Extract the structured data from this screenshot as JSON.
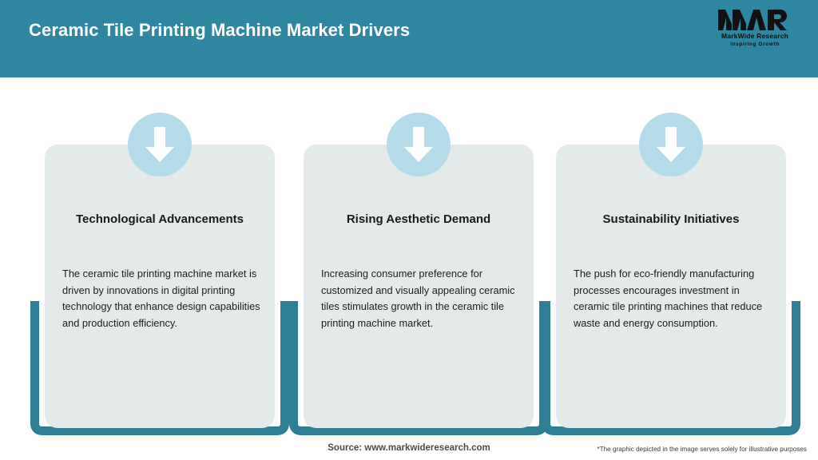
{
  "header": {
    "title": "Ceramic Tile Printing Machine Market Drivers",
    "background_color": "#2e86a0",
    "title_color": "#ffffff"
  },
  "logo": {
    "mark": "MWR",
    "name": "MarkWide Research",
    "tagline": "Inspiring Growth"
  },
  "theme": {
    "teal": "#2e7f96",
    "card_background": "#e4e9ea",
    "icon_circle": "#b5dcea",
    "arrow_color": "#ffffff",
    "page_background": "#ffffff"
  },
  "cards": [
    {
      "icon": "arrow-down-icon",
      "title": "Technological Advancements",
      "body": "The ceramic tile printing machine market is driven by innovations in digital printing technology that enhance design capabilities and production efficiency."
    },
    {
      "icon": "arrow-down-icon",
      "title": "Rising Aesthetic Demand",
      "body": "Increasing consumer preference for customized and visually appealing ceramic tiles stimulates growth in the ceramic tile printing machine market."
    },
    {
      "icon": "arrow-down-icon",
      "title": "Sustainability Initiatives",
      "body": "The push for eco-friendly manufacturing processes encourages investment in ceramic tile printing machines that reduce waste and energy consumption."
    }
  ],
  "footer": {
    "source": "Source: www.markwideresearch.com",
    "disclaimer": "*The graphic depicted in the image serves solely for illustrative purposes"
  }
}
